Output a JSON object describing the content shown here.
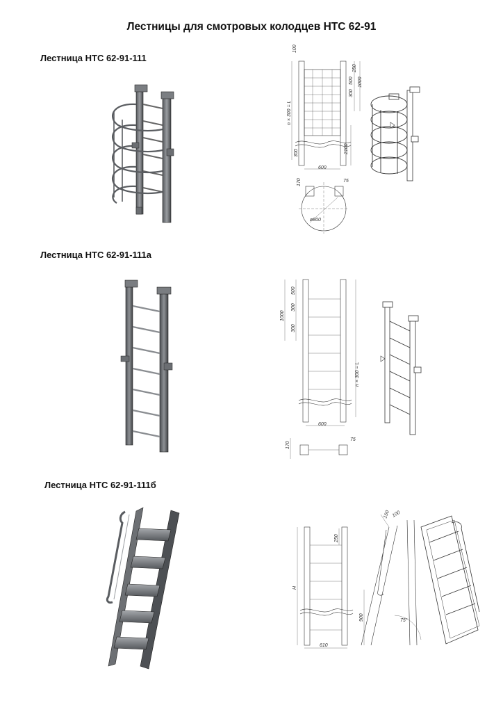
{
  "page": {
    "title": "Лестницы для смотровых колодцев НТС 62-91"
  },
  "sections": [
    {
      "title": "Лестница НТС 62-91-111",
      "drawing": {
        "dims": [
          "100",
          "250",
          "500",
          "1000",
          "300",
          "n × 300 = L",
          "300",
          "2100",
          "600",
          "170",
          "75",
          "ø800"
        ]
      }
    },
    {
      "title": "Лестница НТС 62-91-111а",
      "drawing": {
        "dims": [
          "500",
          "1000",
          "300",
          "300",
          "n × 300 = L",
          "600",
          "170",
          "75"
        ]
      }
    },
    {
      "title": "Лестница НТС 62-91-111б",
      "drawing": {
        "dims": [
          "250",
          "H",
          "900",
          "610",
          "150",
          "100",
          "75°"
        ]
      }
    }
  ],
  "colors": {
    "steel_dark": "#4d4f52",
    "steel_mid": "#8a8d91",
    "steel_light": "#c9cbce",
    "line": "#333333"
  }
}
